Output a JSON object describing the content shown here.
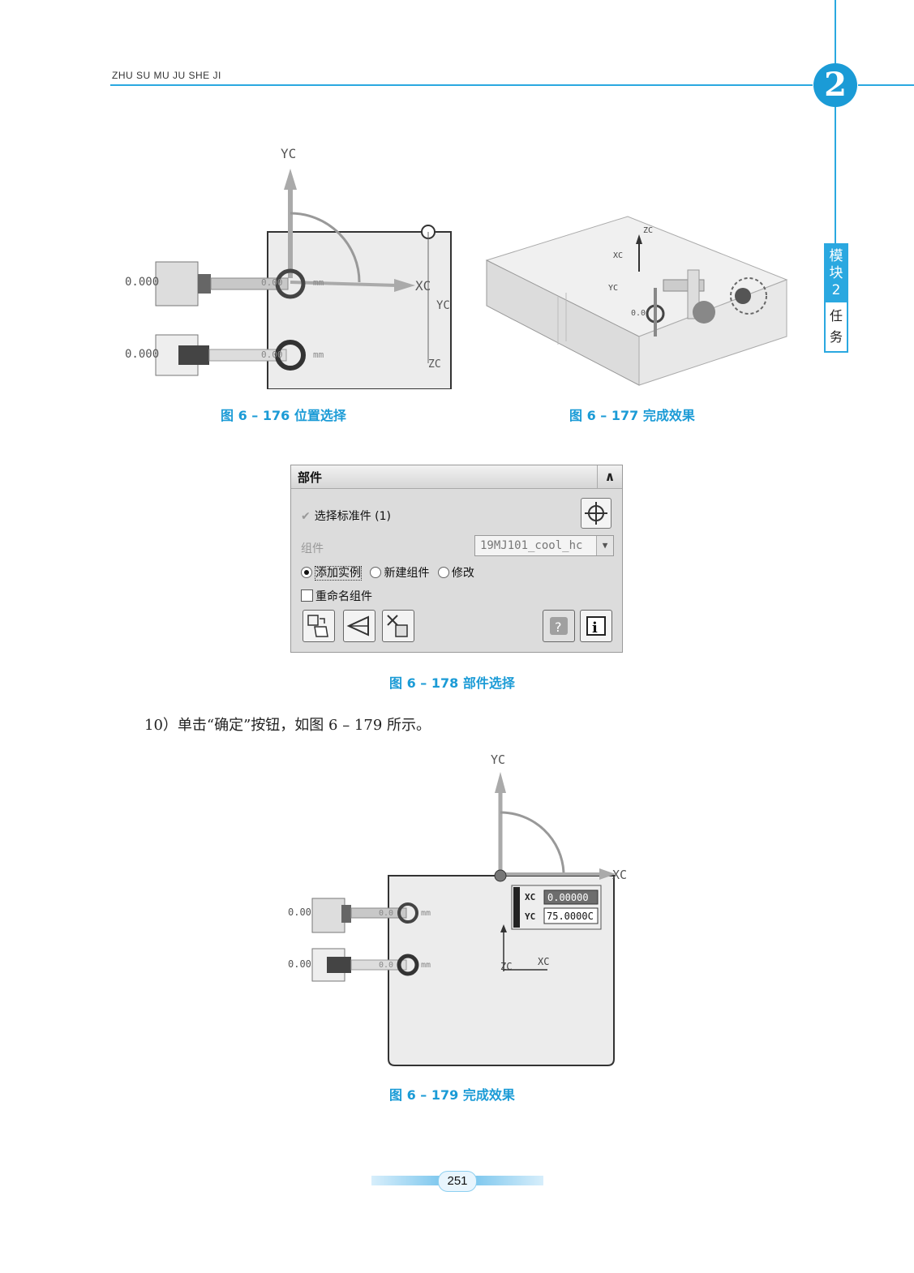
{
  "header": {
    "running_title": "ZHU SU MU JU SHE JI",
    "module_number": "2"
  },
  "side_tab": {
    "top": [
      "模",
      "块",
      "2"
    ],
    "bottom": [
      "任",
      "务"
    ]
  },
  "figures": {
    "fig176": {
      "caption": "图 6 – 176    位置选择",
      "labels": {
        "yc_top": "YC",
        "xc": "XC",
        "yc_small": "YC",
        "zc": "ZC",
        "dim1": "0.000",
        "dim2": "0.000",
        "mm1": "mm",
        "mm2": "mm",
        "val1": "0.00",
        "val2": "0.00"
      }
    },
    "fig177": {
      "caption": "图 6 – 177    完成效果",
      "labels": {
        "zc": "ZC",
        "xc": "XC",
        "yc": "YC",
        "dim": "0.0"
      }
    },
    "fig178": {
      "caption": "图 6 – 178    部件选择",
      "dialog": {
        "title": "部件",
        "select_label": "选择标准件 (1)",
        "component_label": "组件",
        "component_value": "19MJ101_cool_hc",
        "radio_add": "添加实例",
        "radio_new": "新建组件",
        "radio_modify": "修改",
        "checkbox_rename": "重命名组件"
      }
    },
    "fig179": {
      "caption": "图 6 – 179    完成效果",
      "labels": {
        "yc": "YC",
        "xc": "XC",
        "xc_small": "XC",
        "zc": "ZC",
        "dim1": "0.00",
        "dim2": "0.00",
        "mm1": "mm",
        "mm2": "mm",
        "val1": "0.0",
        "val2": "0.0"
      },
      "coord_box": {
        "xc_label": "XC",
        "xc_value": "0.00000",
        "yc_label": "YC",
        "yc_value": "75.0000C"
      }
    }
  },
  "body": {
    "step10": "10）单击“确定”按钮，如图 6 – 179 所示。"
  },
  "footer": {
    "page_number": "251"
  }
}
